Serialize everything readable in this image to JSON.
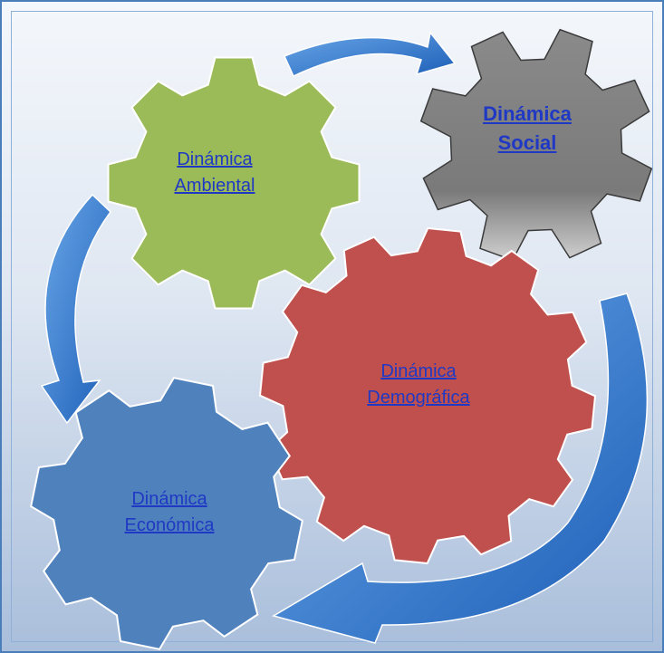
{
  "diagram": {
    "nodes": [
      {
        "id": "ambiental",
        "line1": "Dinámica",
        "line2": "Ambiental",
        "color": "#9bbb59"
      },
      {
        "id": "social",
        "line1": "Dinámica",
        "line2": "Social",
        "color": "#7f7f7f"
      },
      {
        "id": "demografica",
        "line1": "Dinámica",
        "line2": "Demográfica",
        "color": "#c0504d"
      },
      {
        "id": "economica",
        "line1": "Dinámica",
        "line2": "Económica",
        "color": "#4f81bd"
      }
    ],
    "arrow_color": "#2f6ec4",
    "link_color": "#1f39c4"
  }
}
